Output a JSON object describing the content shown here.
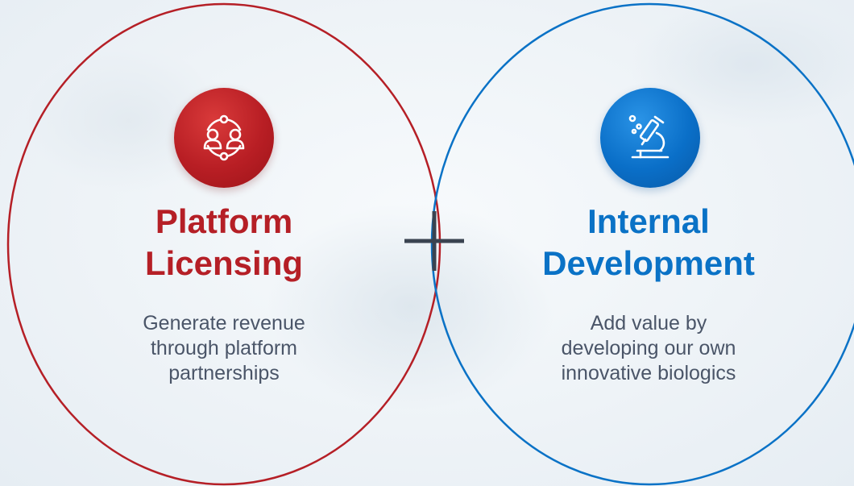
{
  "left_circle": {
    "icon": "partnership-icon",
    "color": "#b51f26",
    "title_lines": [
      "Platform",
      "Licensing"
    ],
    "description_lines": [
      "Generate revenue",
      "through platform",
      "partnerships"
    ]
  },
  "right_circle": {
    "icon": "microscope-icon",
    "color": "#0a72c6",
    "title_lines": [
      "Internal",
      "Development"
    ],
    "description_lines": [
      "Add value by",
      "developing our own",
      "innovative biologics"
    ]
  },
  "connector": {
    "icon": "plus-icon",
    "color": "#3a4350"
  }
}
